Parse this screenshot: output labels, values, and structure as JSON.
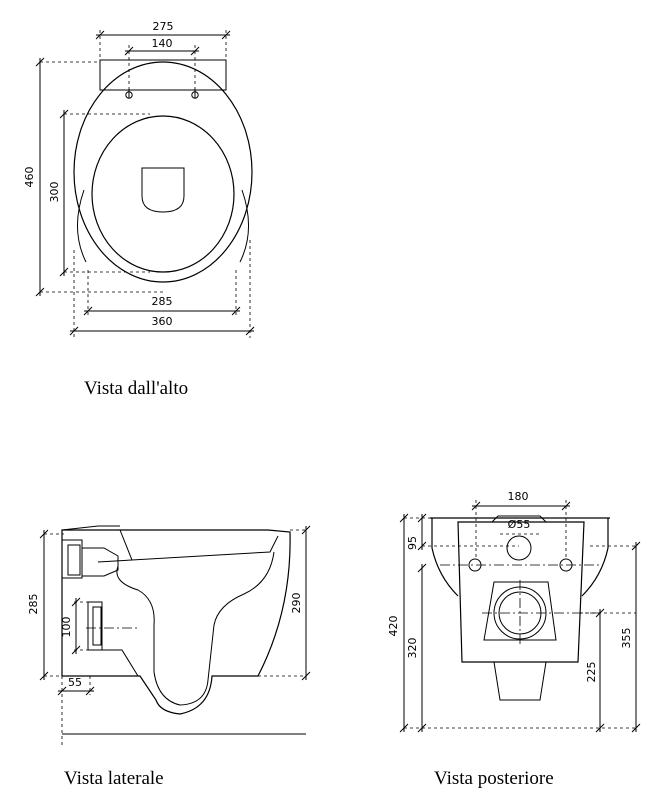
{
  "views": {
    "top": {
      "caption": "Vista dall'alto",
      "dims": {
        "width_top": "275",
        "holes": "140",
        "length": "460",
        "inner": "300",
        "bowl_width": "285",
        "total_width": "360"
      }
    },
    "side": {
      "caption": "Vista laterale",
      "dims": {
        "height_left": "285",
        "inlet": "100",
        "offset": "55",
        "height_right": "290"
      }
    },
    "rear": {
      "caption": "Vista posteriore",
      "dims": {
        "holes": "180",
        "outlet": "Ø55",
        "top_offset": "95",
        "total_height": "420",
        "inner_height": "320",
        "drain_height": "225",
        "right_height": "355"
      }
    }
  }
}
